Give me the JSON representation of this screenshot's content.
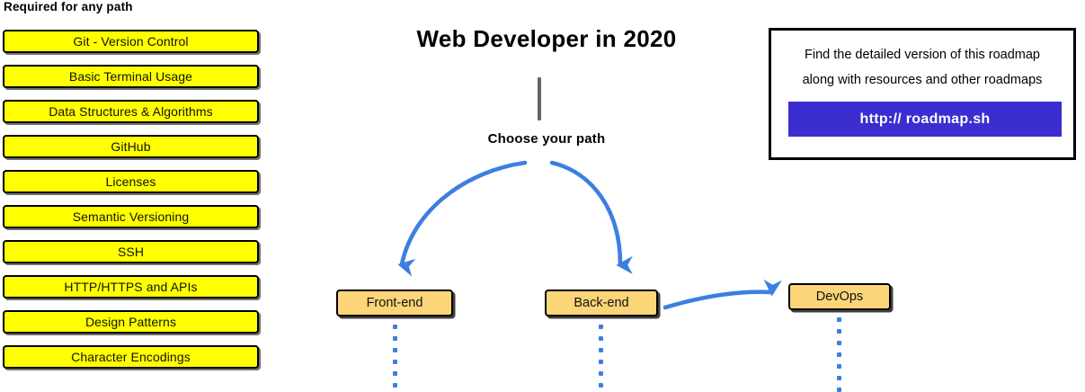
{
  "page": {
    "title": "Web Developer in 2020",
    "background_color": "#ffffff"
  },
  "required_section": {
    "heading": "Required for any path",
    "box_fill_color": "#ffff00",
    "box_border_color": "#000000",
    "items": [
      {
        "label": "Git - Version Control"
      },
      {
        "label": "Basic Terminal Usage"
      },
      {
        "label": "Data Structures & Algorithms"
      },
      {
        "label": "GitHub"
      },
      {
        "label": "Licenses"
      },
      {
        "label": "Semantic Versioning"
      },
      {
        "label": "SSH"
      },
      {
        "label": "HTTP/HTTPS and APIs"
      },
      {
        "label": "Design Patterns"
      },
      {
        "label": "Character Encodings"
      }
    ]
  },
  "center": {
    "title": "Web Developer in 2020",
    "stem_color": "#666666",
    "choose_path_label": "Choose your path",
    "arrow_color": "#3d7fe0"
  },
  "paths": {
    "box_fill_color": "#fcd579",
    "box_border_color": "#000000",
    "dot_color": "#3d7fe0",
    "items": [
      {
        "label": "Front-end",
        "dot_count": 6
      },
      {
        "label": "Back-end",
        "dot_count": 6
      },
      {
        "label": "DevOps",
        "dot_count": 7
      }
    ]
  },
  "info_card": {
    "line1": "Find the detailed version of this roadmap",
    "line2": "along with resources and other roadmaps",
    "button_label": "http:// roadmap.sh",
    "button_color": "#3c2dd1",
    "border_color": "#000000"
  }
}
